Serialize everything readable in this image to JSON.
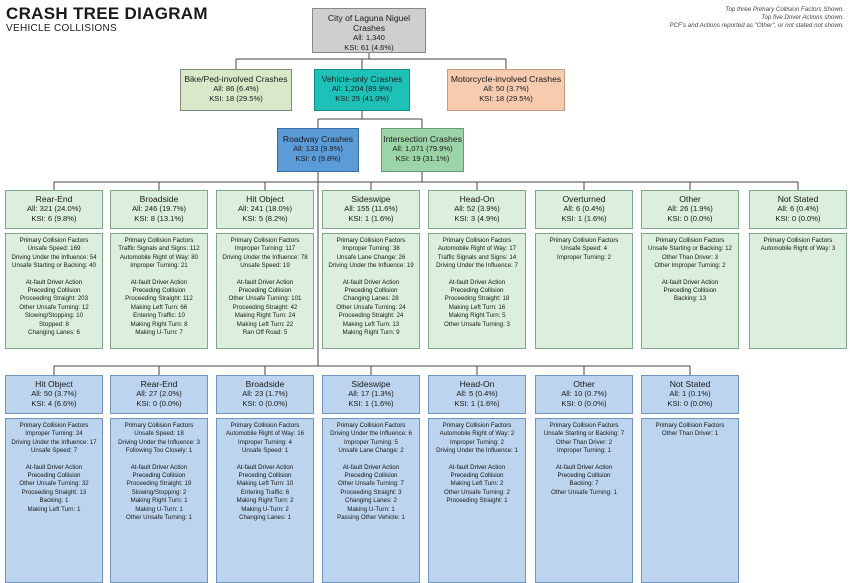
{
  "header": {
    "title": "CRASH TREE DIAGRAM",
    "subtitle": "VEHICLE COLLISIONS",
    "notes": [
      "Top three Primary Collision Factors Shown.",
      "Top five Driver Actions shown.",
      "PCF's and Actions reported as \"Other\", or not stated not shown."
    ]
  },
  "tree": {
    "root": {
      "title": "City of Laguna Niguel Crashes",
      "all": "All: 1,340",
      "ksi": "KSI: 61 (4.6%)"
    },
    "level1": [
      {
        "title": "Bike/Ped-involved Crashes",
        "all": "All: 86 (6.4%)",
        "ksi": "KSI: 18 (29.5%)"
      },
      {
        "title": "Vehicle-only Crashes",
        "all": "All: 1,204 (89.9%)",
        "ksi": "KSI: 25 (41.0%)"
      },
      {
        "title": "Motorcycle-involved Crashes",
        "all": "All: 50 (3.7%)",
        "ksi": "KSI: 18 (29.5%)"
      }
    ],
    "level2": [
      {
        "title": "Roadway Crashes",
        "all": "All: 133 (9.9%)",
        "ksi": "KSI: 6 (9.8%)"
      },
      {
        "title": "Intersection Crashes",
        "all": "All: 1,071 (79.9%)",
        "ksi": "KSI: 19 (31.1%)"
      }
    ],
    "intersection_types": [
      {
        "title": "Rear-End",
        "all": "All: 321 (24.0%)",
        "ksi": "KSI: 6 (9.8%)",
        "pcf": [
          "Unsafe Speed: 169",
          "Driving Under the Influence: 54",
          "Unsafe Starting or Backing: 40"
        ],
        "actions": [
          "Proceeding Straight: 203",
          "Other Unsafe Turning: 12",
          "Slowing/Stopping: 10",
          "Stopped: 8",
          "Changing Lanes: 6"
        ]
      },
      {
        "title": "Broadside",
        "all": "All: 246 (19.7%)",
        "ksi": "KSI: 8 (13.1%)",
        "pcf": [
          "Traffic Signals and Signs: 112",
          "Automobile Right of Way: 80",
          "Improper Turning: 21"
        ],
        "actions": [
          "Proceeding Straight: 112",
          "Making Left Turn: 66",
          "Entering Traffic: 10",
          "Making Right Turn: 8",
          "Making U-Turn: 7"
        ]
      },
      {
        "title": "Hit Object",
        "all": "All: 241 (18.0%)",
        "ksi": "KSI: 5 (8.2%)",
        "pcf": [
          "Improper Turning: 117",
          "Driving Under the Influence: 78",
          "Unsafe Speed: 19"
        ],
        "actions": [
          "Other Unsafe Turning: 101",
          "Proceeding Straight: 42",
          "Making Right Turn: 24",
          "Making Left Turn: 22",
          "Ran Off Road: 5"
        ]
      },
      {
        "title": "Sideswipe",
        "all": "All: 155 (11.6%)",
        "ksi": "KSI: 1 (1.6%)",
        "pcf": [
          "Improper Turning: 38",
          "Unsafe Lane Change: 26",
          "Driving Under the Influence: 19"
        ],
        "actions": [
          "Changing Lanes: 28",
          "Other Unsafe Turning: 24",
          "Proceeding Straight: 24",
          "Making Left Turn: 13",
          "Making Right Turn: 9"
        ]
      },
      {
        "title": "Head-On",
        "all": "All: 52 (3.9%)",
        "ksi": "KSI: 3 (4.9%)",
        "pcf": [
          "Automobile Right of Way: 17",
          "Traffic Signals and Signs: 14",
          "Driving Under the Influence: 7"
        ],
        "actions": [
          "Proceeding Straight: 18",
          "Making Left Turn: 16",
          "Making Right Turn: 5",
          "Other Unsafe Turning: 3"
        ]
      },
      {
        "title": "Overturned",
        "all": "All: 6 (0.4%)",
        "ksi": "KSI: 1 (1.6%)",
        "pcf": [
          "Unsafe Speed: 4",
          "Improper Turning: 2"
        ],
        "actions": []
      },
      {
        "title": "Other",
        "all": "All: 26 (1.9%)",
        "ksi": "KSI: 0 (0.0%)",
        "pcf": [
          "Unsafe Starting or Backing: 12",
          "Other Than Driver: 3",
          "Other Improper Turning: 2"
        ],
        "actions": [
          "Backing: 13"
        ]
      },
      {
        "title": "Not Stated",
        "all": "All: 6 (0.4%)",
        "ksi": "KSI: 0 (0.0%)",
        "pcf": [
          "Automobile Right of Way: 3"
        ],
        "actions": []
      }
    ],
    "roadway_types": [
      {
        "title": "Hit Object",
        "all": "All: 50 (3.7%)",
        "ksi": "KSI: 4 (6.6%)",
        "pcf": [
          "Improper Turning: 24",
          "Driving Under the Influence: 17",
          "Unsafe Speed: 7"
        ],
        "actions": [
          "Other Unsafe Turning: 32",
          "Proceeding Straight: 13",
          "Backing: 1",
          "Making Left Turn: 1"
        ]
      },
      {
        "title": "Rear-End",
        "all": "All: 27 (2.0%)",
        "ksi": "KSI: 0 (0.0%)",
        "pcf": [
          "Unsafe Speed: 18",
          "Driving Under the Influence: 3",
          "Following Too Closely: 1"
        ],
        "actions": [
          "Proceeding Straight: 19",
          "Slowing/Stopping: 2",
          "Making Right Turn: 1",
          "Making U-Turn: 1",
          "Other Unsafe Turning: 1"
        ]
      },
      {
        "title": "Broadside",
        "all": "All: 23 (1.7%)",
        "ksi": "KSI: 0 (0.0%)",
        "pcf": [
          "Automobile Right of Way: 16",
          "Improper Turning: 4",
          "Unsafe Speed: 1"
        ],
        "actions": [
          "Making Left Turn: 10",
          "Entering Traffic: 6",
          "Making Right Turn: 2",
          "Making U-Turn: 2",
          "Changing Lanes: 1"
        ]
      },
      {
        "title": "Sideswipe",
        "all": "All: 17 (1.3%)",
        "ksi": "KSI: 1 (1.6%)",
        "pcf": [
          "Driving Under the Influence: 6",
          "Improper Turning: 5",
          "Unsafe Lane Change: 2"
        ],
        "actions": [
          "Other Unsafe Turning: 7",
          "Proceeding Straight: 3",
          "Changing Lanes: 2",
          "Making U-Turn: 1",
          "Passing Other Vehicle: 1"
        ]
      },
      {
        "title": "Head-On",
        "all": "All: 5 (0.4%)",
        "ksi": "KSI: 1 (1.6%)",
        "pcf": [
          "Automobile Right of Way: 2",
          "Improper Turning: 2",
          "Driving Under the Influence: 1"
        ],
        "actions": [
          "Making Left Turn: 2",
          "Other Unsafe Turning: 2",
          "Proceeding Straight: 1"
        ]
      },
      {
        "title": "Other",
        "all": "All: 10 (0.7%)",
        "ksi": "KSI: 0 (0.0%)",
        "pcf": [
          "Unsafe Starting or Backing: 7",
          "Other Than Driver: 2",
          "Improper Turning: 1"
        ],
        "actions": [
          "Backing: 7",
          "Other Unsafe Turning: 1"
        ]
      },
      {
        "title": "Not Stated",
        "all": "All: 1 (0.1%)",
        "ksi": "KSI: 0 (0.0%)",
        "pcf": [
          "Other Than Driver: 1"
        ],
        "actions": []
      }
    ]
  },
  "labels": {
    "pcf_heading": "Primary Collision Factors",
    "action_heading_1": "At-fault Driver Action",
    "action_heading_2": "Preceding Collision"
  },
  "colors": {
    "root": "#cfcfcf",
    "bike_ped": "#d9e8c9",
    "vehicle_only": "#1fc0b8",
    "motorcycle": "#f6cbb0",
    "roadway": "#5b9bd8",
    "intersection": "#9bd4a6",
    "intersection_children": "#dceedd",
    "roadway_children": "#bcd4ee"
  }
}
